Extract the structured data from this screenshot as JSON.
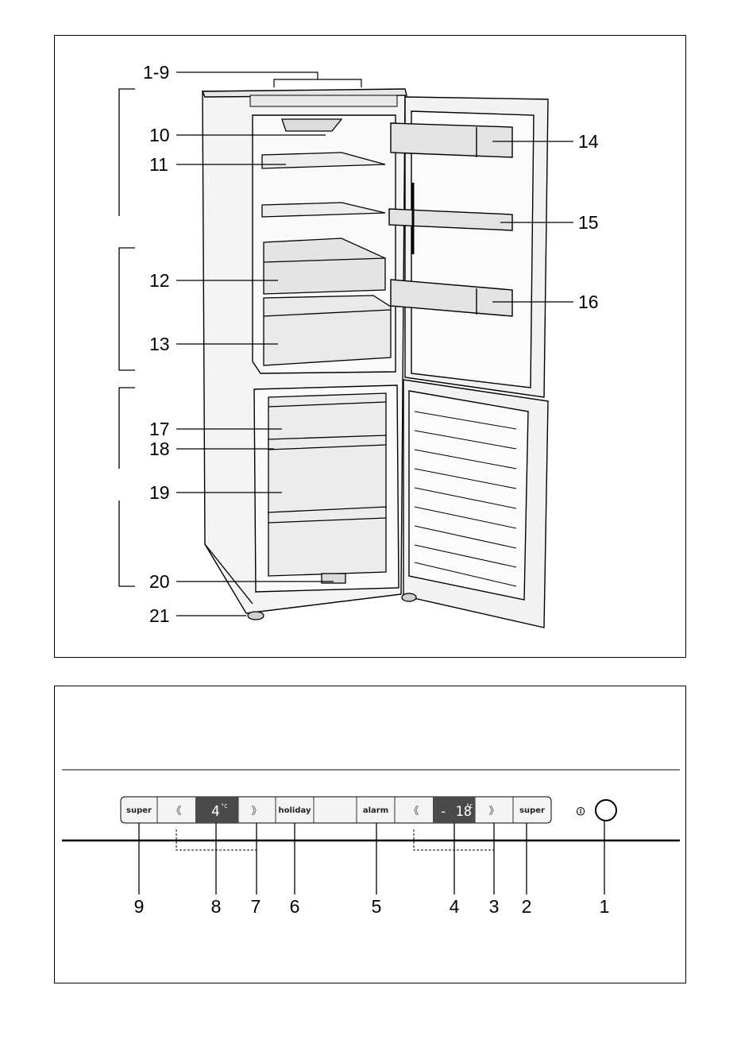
{
  "figure1": {
    "callouts": [
      {
        "id": "1-9",
        "label": "1-9"
      },
      {
        "id": "10",
        "label": "10"
      },
      {
        "id": "11",
        "label": "11"
      },
      {
        "id": "12",
        "label": "12"
      },
      {
        "id": "13",
        "label": "13"
      },
      {
        "id": "14",
        "label": "14"
      },
      {
        "id": "15",
        "label": "15"
      },
      {
        "id": "16",
        "label": "16"
      },
      {
        "id": "17",
        "label": "17"
      },
      {
        "id": "18",
        "label": "18"
      },
      {
        "id": "19",
        "label": "19"
      },
      {
        "id": "20",
        "label": "20"
      },
      {
        "id": "21",
        "label": "21"
      }
    ]
  },
  "figure2": {
    "buttons": {
      "super_left": "super",
      "holiday": "holiday",
      "alarm": "alarm",
      "super_right": "super",
      "arrow_left": "《",
      "arrow_right": "》",
      "power_symbol": "⏼"
    },
    "displays": {
      "fridge_temp": "4",
      "freezer_temp": "- 18",
      "unit": "°C"
    },
    "callouts": [
      "9",
      "8",
      "7",
      "6",
      "5",
      "4",
      "3",
      "2",
      "1"
    ]
  }
}
